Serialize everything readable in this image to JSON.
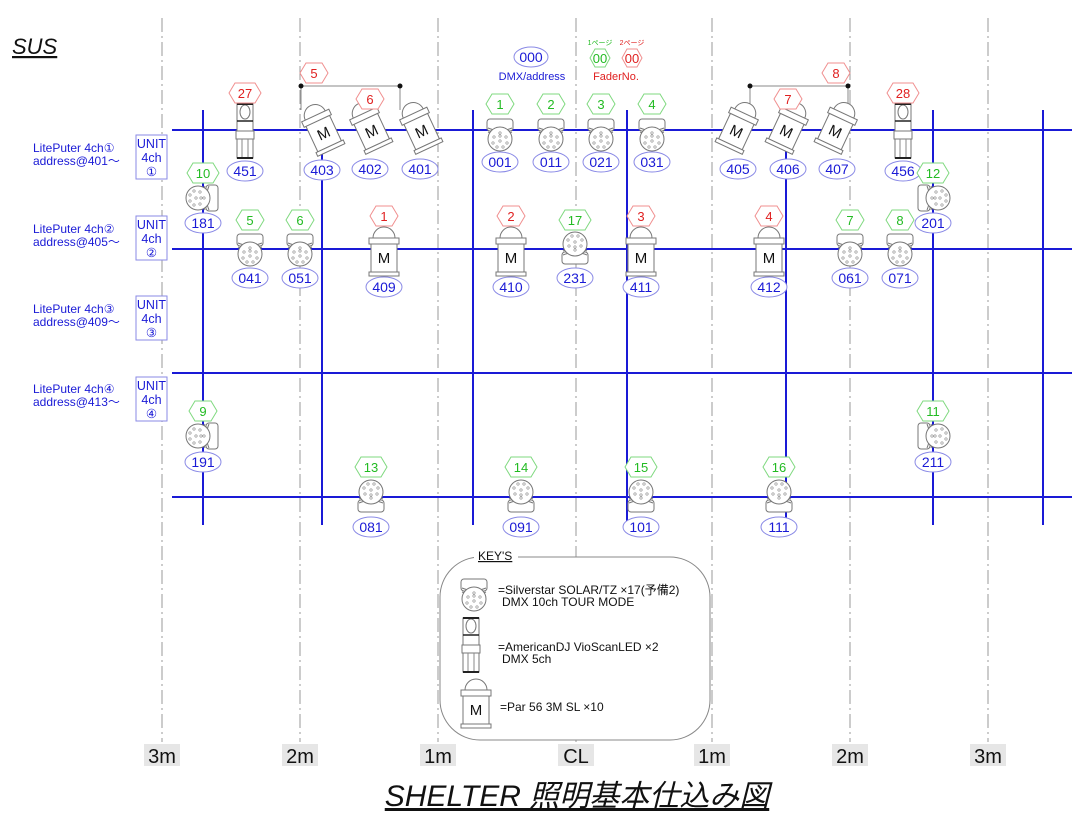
{
  "title": "SUS",
  "footer_title": "SHELTER 照明基本仕込み図",
  "legend": {
    "address_sample": "000",
    "address_label": "DMX/address",
    "page1_label": "1ページ",
    "page2_label": "2ページ",
    "fader_sample": "00",
    "fader_label": "FaderNo.",
    "page1_color": "#22bb22",
    "page2_color": "#e02020"
  },
  "units": [
    {
      "line1": "LitePuter 4ch①",
      "line2": "address@401～",
      "box": [
        "UNIT",
        "4ch",
        "①"
      ]
    },
    {
      "line1": "LitePuter 4ch②",
      "line2": "address@405～",
      "box": [
        "UNIT",
        "4ch",
        "②"
      ]
    },
    {
      "line1": "LitePuter 4ch③",
      "line2": "address@409～",
      "box": [
        "UNIT",
        "4ch",
        "③"
      ]
    },
    {
      "line1": "LitePuter 4ch④",
      "line2": "address@413～",
      "box": [
        "UNIT",
        "4ch",
        "④"
      ]
    }
  ],
  "scale_labels": [
    "3m",
    "2m",
    "1m",
    "CL",
    "1m",
    "2m",
    "3m"
  ],
  "fixtures": [
    {
      "type": "vio",
      "address": "451",
      "fader": "27",
      "page": 2
    },
    {
      "type": "par",
      "address": "403",
      "fader": "",
      "page": 2
    },
    {
      "type": "par",
      "address": "402",
      "fader": "6",
      "page": 2
    },
    {
      "type": "par",
      "address": "401",
      "fader": "",
      "page": 2
    },
    {
      "type": "solar",
      "address": "001",
      "fader": "1",
      "page": 1
    },
    {
      "type": "solar",
      "address": "011",
      "fader": "2",
      "page": 1
    },
    {
      "type": "solar",
      "address": "021",
      "fader": "3",
      "page": 1
    },
    {
      "type": "solar",
      "address": "031",
      "fader": "4",
      "page": 1
    },
    {
      "type": "par",
      "address": "405",
      "fader": "",
      "page": 2
    },
    {
      "type": "par",
      "address": "406",
      "fader": "7",
      "page": 2
    },
    {
      "type": "par",
      "address": "407",
      "fader": "",
      "page": 2
    },
    {
      "type": "vio",
      "address": "456",
      "fader": "28",
      "page": 2
    },
    {
      "type": "solar",
      "address": "181",
      "fader": "10",
      "page": 1
    },
    {
      "type": "solar",
      "address": "201",
      "fader": "12",
      "page": 1
    },
    {
      "type": "solar",
      "address": "041",
      "fader": "5",
      "page": 1
    },
    {
      "type": "solar",
      "address": "051",
      "fader": "6",
      "page": 1
    },
    {
      "type": "par",
      "address": "409",
      "fader": "1",
      "page": 2
    },
    {
      "type": "par",
      "address": "410",
      "fader": "2",
      "page": 2
    },
    {
      "type": "solar",
      "address": "231",
      "fader": "17",
      "page": 1
    },
    {
      "type": "par",
      "address": "411",
      "fader": "3",
      "page": 2
    },
    {
      "type": "par",
      "address": "412",
      "fader": "4",
      "page": 2
    },
    {
      "type": "solar",
      "address": "061",
      "fader": "7",
      "page": 1
    },
    {
      "type": "solar",
      "address": "071",
      "fader": "8",
      "page": 1
    },
    {
      "type": "solar",
      "address": "191",
      "fader": "9",
      "page": 1
    },
    {
      "type": "solar",
      "address": "211",
      "fader": "11",
      "page": 1
    },
    {
      "type": "solar",
      "address": "081",
      "fader": "13",
      "page": 1
    },
    {
      "type": "solar",
      "address": "091",
      "fader": "14",
      "page": 1
    },
    {
      "type": "solar",
      "address": "101",
      "fader": "15",
      "page": 1
    },
    {
      "type": "solar",
      "address": "111",
      "fader": "16",
      "page": 1
    }
  ],
  "groups": [
    {
      "fader": "5",
      "page": 2
    },
    {
      "fader": "8",
      "page": 2
    }
  ],
  "key": {
    "heading": "KEY'S",
    "items": [
      {
        "line1": "=Silverstar SOLAR/TZ ×17(予備2)",
        "line2": "DMX 10ch TOUR MODE"
      },
      {
        "line1": "=AmericanDJ VioScanLED ×2",
        "line2": "DMX 5ch"
      },
      {
        "line1": "=Par 56 3M SL ×10",
        "line2": ""
      }
    ],
    "par_mark": "M"
  }
}
